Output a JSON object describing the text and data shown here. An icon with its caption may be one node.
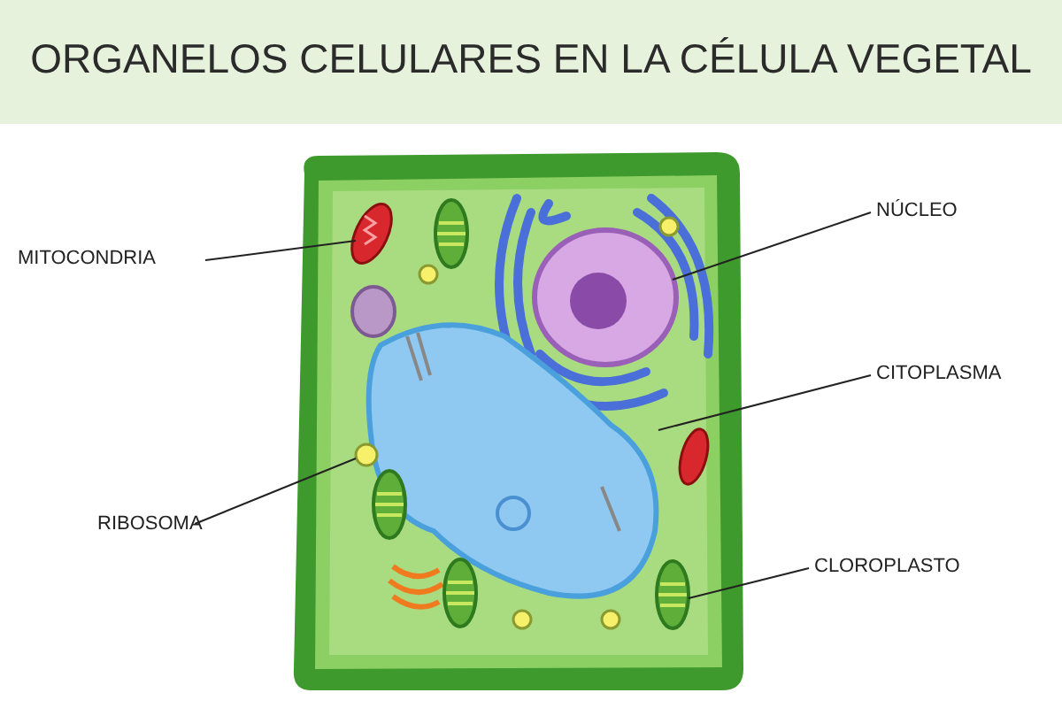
{
  "diagram": {
    "title": "ORGANELOS CELULARES EN LA CÉLULA VEGETAL",
    "nodes": [
      {
        "text": [
          "MITOCONDRIA"
        ]
      },
      {
        "text": [],
        "shape": "picture"
      },
      {
        "text": [
          "NÚCLEO"
        ]
      },
      {
        "text": [],
        "shape": "picture"
      },
      {
        "text": [
          "CITOPLASMA"
        ]
      },
      {
        "text": [
          "RIBOSOMA"
        ]
      },
      {
        "text": [],
        "shape": "circle"
      },
      {
        "text": [
          "CLOROPLASTO"
        ]
      },
      {
        "text": [],
        "shape": "picture"
      }
    ],
    "edges": [
      {
        "from": 0,
        "to": 1,
        "arrow": "none"
      },
      {
        "from": 2,
        "to": 3,
        "arrow": "none"
      },
      {
        "from": 4,
        "to": null,
        "arrow": "none"
      },
      {
        "from": 5,
        "to": 6,
        "arrow": "none"
      },
      {
        "from": 7,
        "to": 8,
        "arrow": "none"
      }
    ]
  }
}
